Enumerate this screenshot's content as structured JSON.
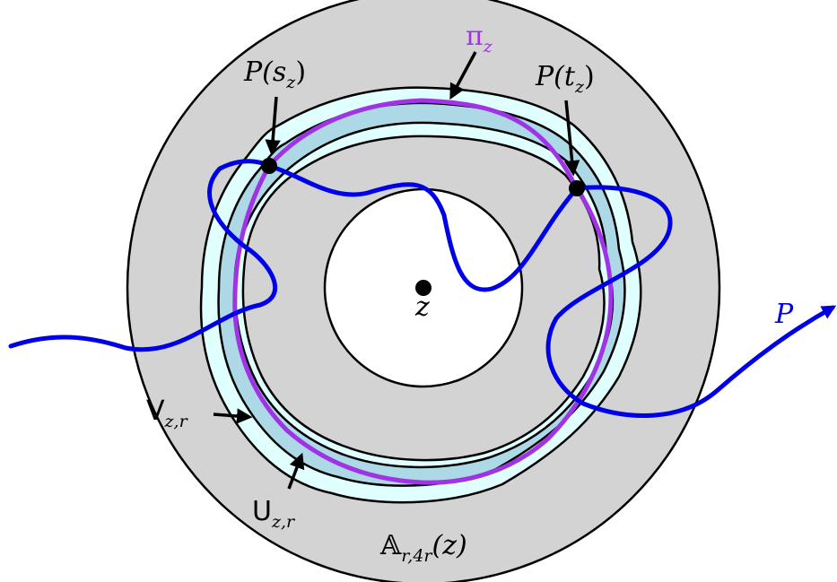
{
  "colors": {
    "annulus_fill": "#d3d3d3",
    "band_outer": "#e0ffff",
    "band_inner": "#add8e6",
    "pi_path": "#a033e6",
    "p_path": "#0000e6",
    "outline": "#000000"
  },
  "labels": {
    "pi": {
      "base": "π",
      "sub": "z"
    },
    "p_s": {
      "base": "P(s",
      "sub": "z",
      "close": ")"
    },
    "p_t": {
      "base": "P(t",
      "sub": "z",
      "close": ")"
    },
    "center": "z",
    "path_p": "P",
    "v": {
      "base": "V",
      "sub": "z,r"
    },
    "u": {
      "base": "U",
      "sub": "z,r"
    },
    "annulus": {
      "base": "𝔸",
      "sub": "r,4r",
      "tail": "(z)"
    }
  }
}
